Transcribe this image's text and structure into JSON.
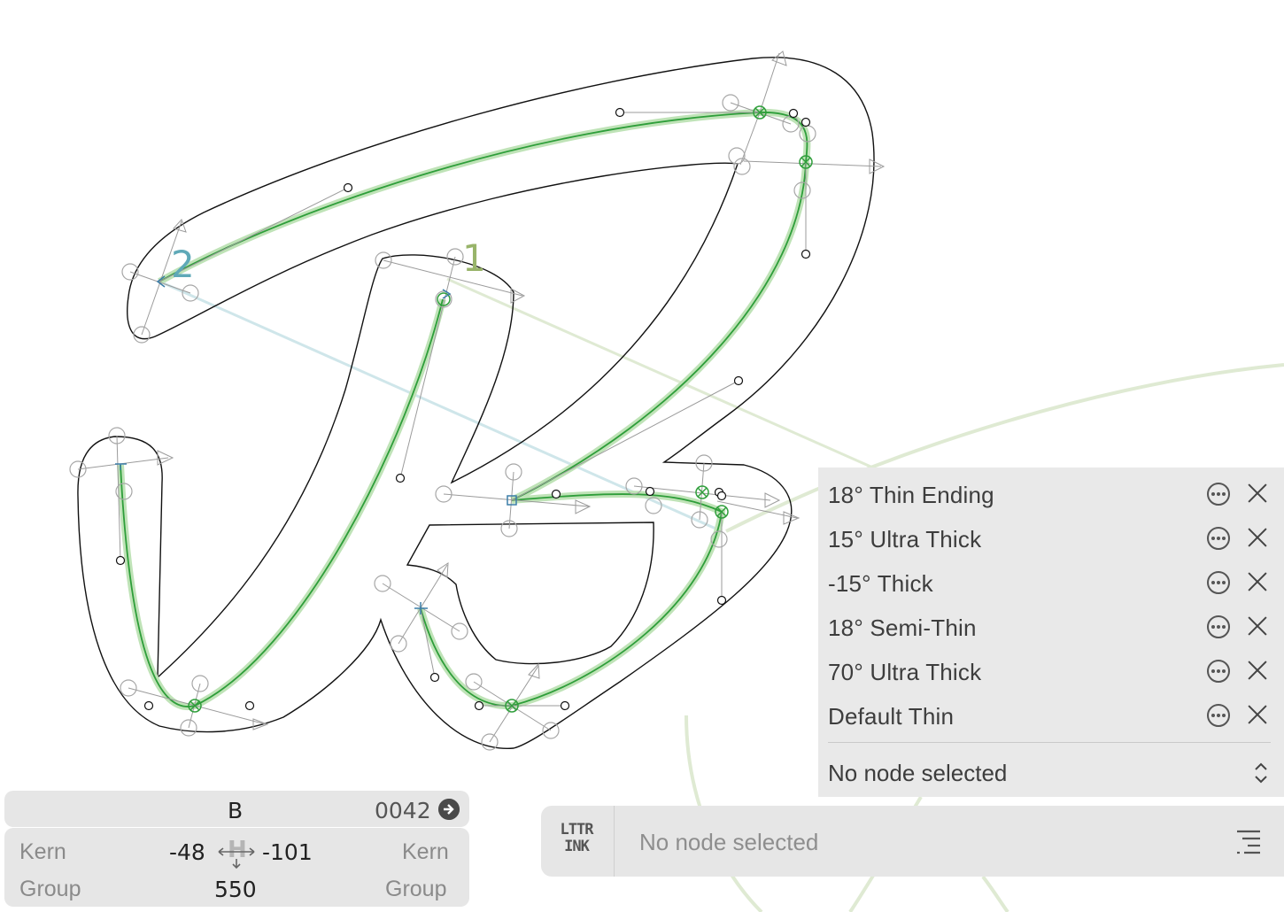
{
  "canvas": {
    "step_labels": [
      "1",
      "2"
    ],
    "colors": {
      "outline": "#111111",
      "stroke_path": "#2e9e3a",
      "stroke_glow": "#bfe3b7",
      "handles": "#9b9b9b",
      "guide_green": "#dfead3",
      "guide_blue": "#cfe6ea",
      "step_1": "#98b46a",
      "step_2": "#5fa9b8"
    }
  },
  "style_panel": {
    "styles": [
      {
        "label": "18° Thin Ending"
      },
      {
        "label": "15° Ultra Thick"
      },
      {
        "label": "-15° Thick"
      },
      {
        "label": "18° Semi-Thin"
      },
      {
        "label": "70° Ultra Thick"
      },
      {
        "label": "Default Thin"
      }
    ],
    "node_select": "No node selected"
  },
  "glyph": {
    "name": "B",
    "code": "0042"
  },
  "kern": {
    "left_label": "Kern",
    "right_label": "Kern",
    "left_value": "-48",
    "right_value": "-101",
    "left_group_label": "Group",
    "right_group_label": "Group",
    "advance_width": "550"
  },
  "status_bar": {
    "logo_line1": "LTTR",
    "logo_line2": "INK",
    "text": "No node selected"
  },
  "icons": {
    "more": "ellipsis-circle-icon",
    "close": "x-icon",
    "next": "arrow-right-circle-icon",
    "width": "sidebearing-width-icon",
    "chevrons": "up-down-chevron-icon",
    "list": "list-icon"
  }
}
